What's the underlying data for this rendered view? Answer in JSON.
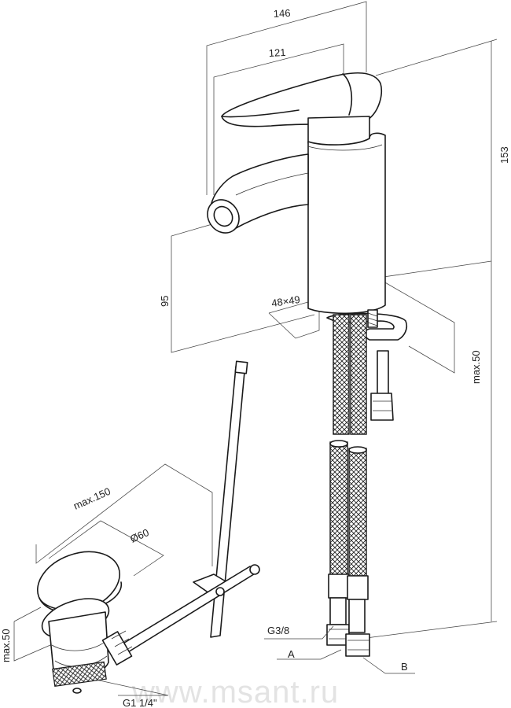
{
  "dimensions": {
    "total_width": "146",
    "spout_reach": "121",
    "total_height": "153",
    "spout_height": "95",
    "base_size": "48×49",
    "max_counter_thickness": "max.50",
    "drain_max_reach": "max.150",
    "drain_diameter": "Ø60",
    "drain_max_depth": "max.50"
  },
  "connections": {
    "inlet_thread": "G3/8",
    "hose_a": "A",
    "hose_b": "B",
    "drain_thread": "G1 1/4\""
  },
  "watermark": "www.msant.ru"
}
